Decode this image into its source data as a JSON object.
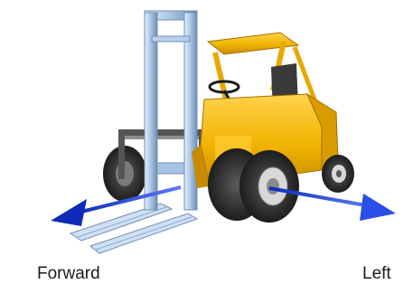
{
  "labels": {
    "forward": "Forward",
    "left": "Left"
  },
  "illustration": {
    "subject": "forklift-illustration",
    "colors": {
      "body": "#f0b400",
      "body_dark": "#c88a00",
      "mast": "#a8c4e4",
      "mast_dark": "#6f8fb5",
      "tire": "#2e2e2e",
      "hub": "#d8d8d8",
      "arrow": "#1f3fd9"
    }
  }
}
